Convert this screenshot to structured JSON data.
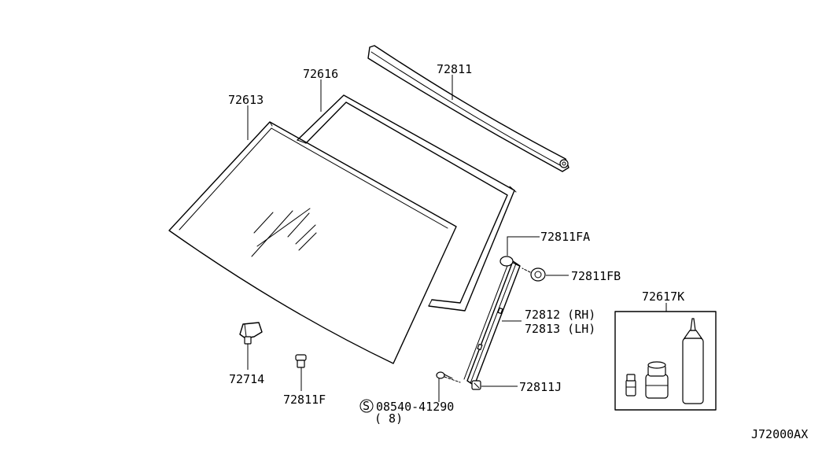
{
  "diagram": {
    "drawing_code": "J72000AX",
    "parts": {
      "windshield_glass": "72613",
      "glass_molding": "72616",
      "upper_seal": "72811",
      "clip_fa": "72811FA",
      "clip_fb": "72811FB",
      "side_molding_rh": "72812 (RH)",
      "side_molding_lh": "72813 (LH)",
      "clip_j": "72811J",
      "bracket": "72714",
      "fastener_f": "72811F",
      "screw_code": "08540-41290",
      "screw_symbol": "S",
      "screw_qty": "( 8)",
      "adhesive_kit": "72617K"
    }
  }
}
